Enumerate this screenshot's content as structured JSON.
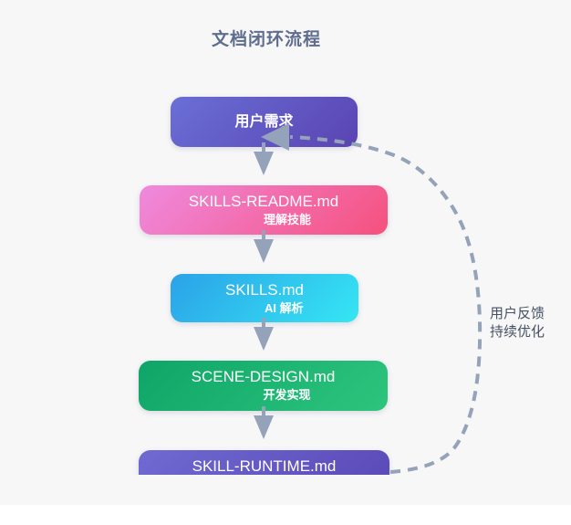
{
  "page": {
    "title": "文档闭环流程",
    "background": "#f7f7f8"
  },
  "flow": {
    "connector_color": "#94a3ba",
    "nodes": [
      {
        "id": "user-demand",
        "title": "用户需求",
        "subtitle": "",
        "gradient_from": "#6a6fd6",
        "gradient_to": "#5a44b2"
      },
      {
        "id": "skills-readme",
        "title": "SKILLS-README.md",
        "subtitle": "理解技能",
        "gradient_from": "#ef8ade",
        "gradient_to": "#f5517d"
      },
      {
        "id": "skills",
        "title": "SKILLS.md",
        "subtitle": "AI 解析",
        "gradient_from": "#2ba2e8",
        "gradient_to": "#35e6f3"
      },
      {
        "id": "scene-design",
        "title": "SCENE-DESIGN.md",
        "subtitle": "开发实现",
        "gradient_from": "#0ea568",
        "gradient_to": "#2dc57d"
      },
      {
        "id": "skill-runtime",
        "title": "SKILL-RUNTIME.md",
        "subtitle": "",
        "gradient_from": "#6f6ad2",
        "gradient_to": "#5a48b6"
      }
    ],
    "feedback": {
      "label_line1": "用户反馈",
      "label_line2": "持续优化"
    }
  }
}
